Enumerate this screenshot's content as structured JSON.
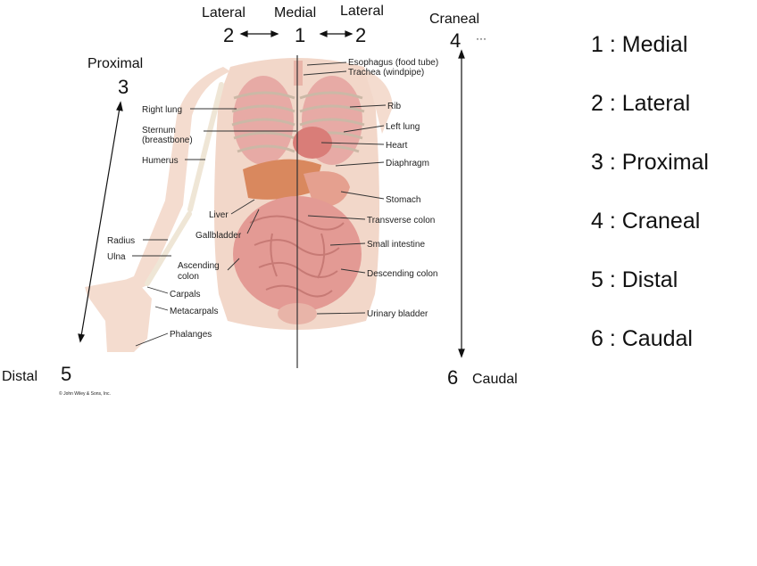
{
  "directions": {
    "lateral_left": "Lateral",
    "medial": "Medial",
    "lateral_right": "Lateral",
    "craneal": "Craneal",
    "proximal": "Proximal",
    "distal": "Distal",
    "caudal": "Caudal",
    "num_lateral_left": "2",
    "num_medial": "1",
    "num_lateral_right": "2",
    "num_craneal": "4",
    "num_proximal": "3",
    "num_distal": "5",
    "num_caudal": "6",
    "ellipsis": "···"
  },
  "anatomy_labels": {
    "esophagus": "Esophagus (food tube)",
    "trachea": "Trachea (windpipe)",
    "rib": "Rib",
    "left_lung": "Left lung",
    "heart": "Heart",
    "diaphragm": "Diaphragm",
    "stomach": "Stomach",
    "transverse_colon": "Transverse colon",
    "small_intestine": "Small intestine",
    "descending_colon": "Descending colon",
    "urinary_bladder": "Urinary bladder",
    "right_lung": "Right lung",
    "sternum": "Sternum",
    "breastbone": "(breastbone)",
    "humerus": "Humerus",
    "liver": "Liver",
    "gallbladder": "Gallbladder",
    "radius": "Radius",
    "ulna": "Ulna",
    "ascending_colon_1": "Ascending",
    "ascending_colon_2": "colon",
    "carpals": "Carpals",
    "metacarpals": "Metacarpals",
    "phalanges": "Phalanges"
  },
  "copyright": "© John Wiley & Sons, Inc.",
  "legend": [
    "1 : Medial",
    "2 : Lateral",
    "3 : Proximal",
    "4 : Craneal",
    "5 : Distal",
    "6 : Caudal"
  ],
  "colors": {
    "skin": "#f2d7c9",
    "organ": "#e39a94",
    "liver": "#d9885e",
    "bone": "#efe6d6",
    "line": "#333333"
  }
}
